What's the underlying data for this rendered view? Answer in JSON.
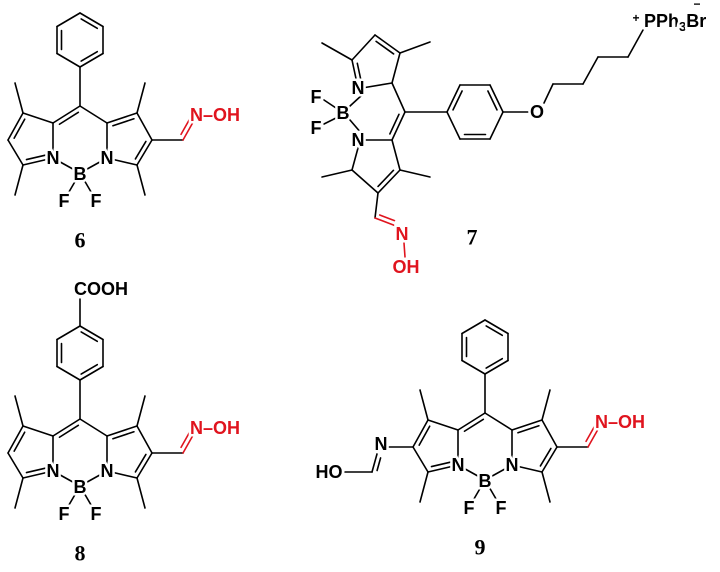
{
  "compounds": [
    {
      "number": "6",
      "labels": {
        "n1": "N",
        "n2": "N",
        "b": "B",
        "f1": "F",
        "f2": "F",
        "oxime": "N–OH"
      }
    },
    {
      "number": "7",
      "labels": {
        "n1": "N",
        "n2": "N",
        "b": "B",
        "f1": "F",
        "f2": "F",
        "oxime_n": "N",
        "oxime_oh": "OH",
        "o": "O",
        "plus": "+",
        "phosphonium": "PPh",
        "sub3": "3",
        "br": "Br",
        "minus": "−"
      }
    },
    {
      "number": "8",
      "labels": {
        "n1": "N",
        "n2": "N",
        "b": "B",
        "f1": "F",
        "f2": "F",
        "oxime": "N–OH",
        "cooh": "COOH"
      }
    },
    {
      "number": "9",
      "labels": {
        "n1": "N",
        "n2": "N",
        "b": "B",
        "f1": "F",
        "f2": "F",
        "oxime": "N–OH",
        "imine_n": "N",
        "ho": "HO"
      }
    }
  ],
  "colors": {
    "bond": "#000000",
    "oxime": "#e0141e"
  }
}
